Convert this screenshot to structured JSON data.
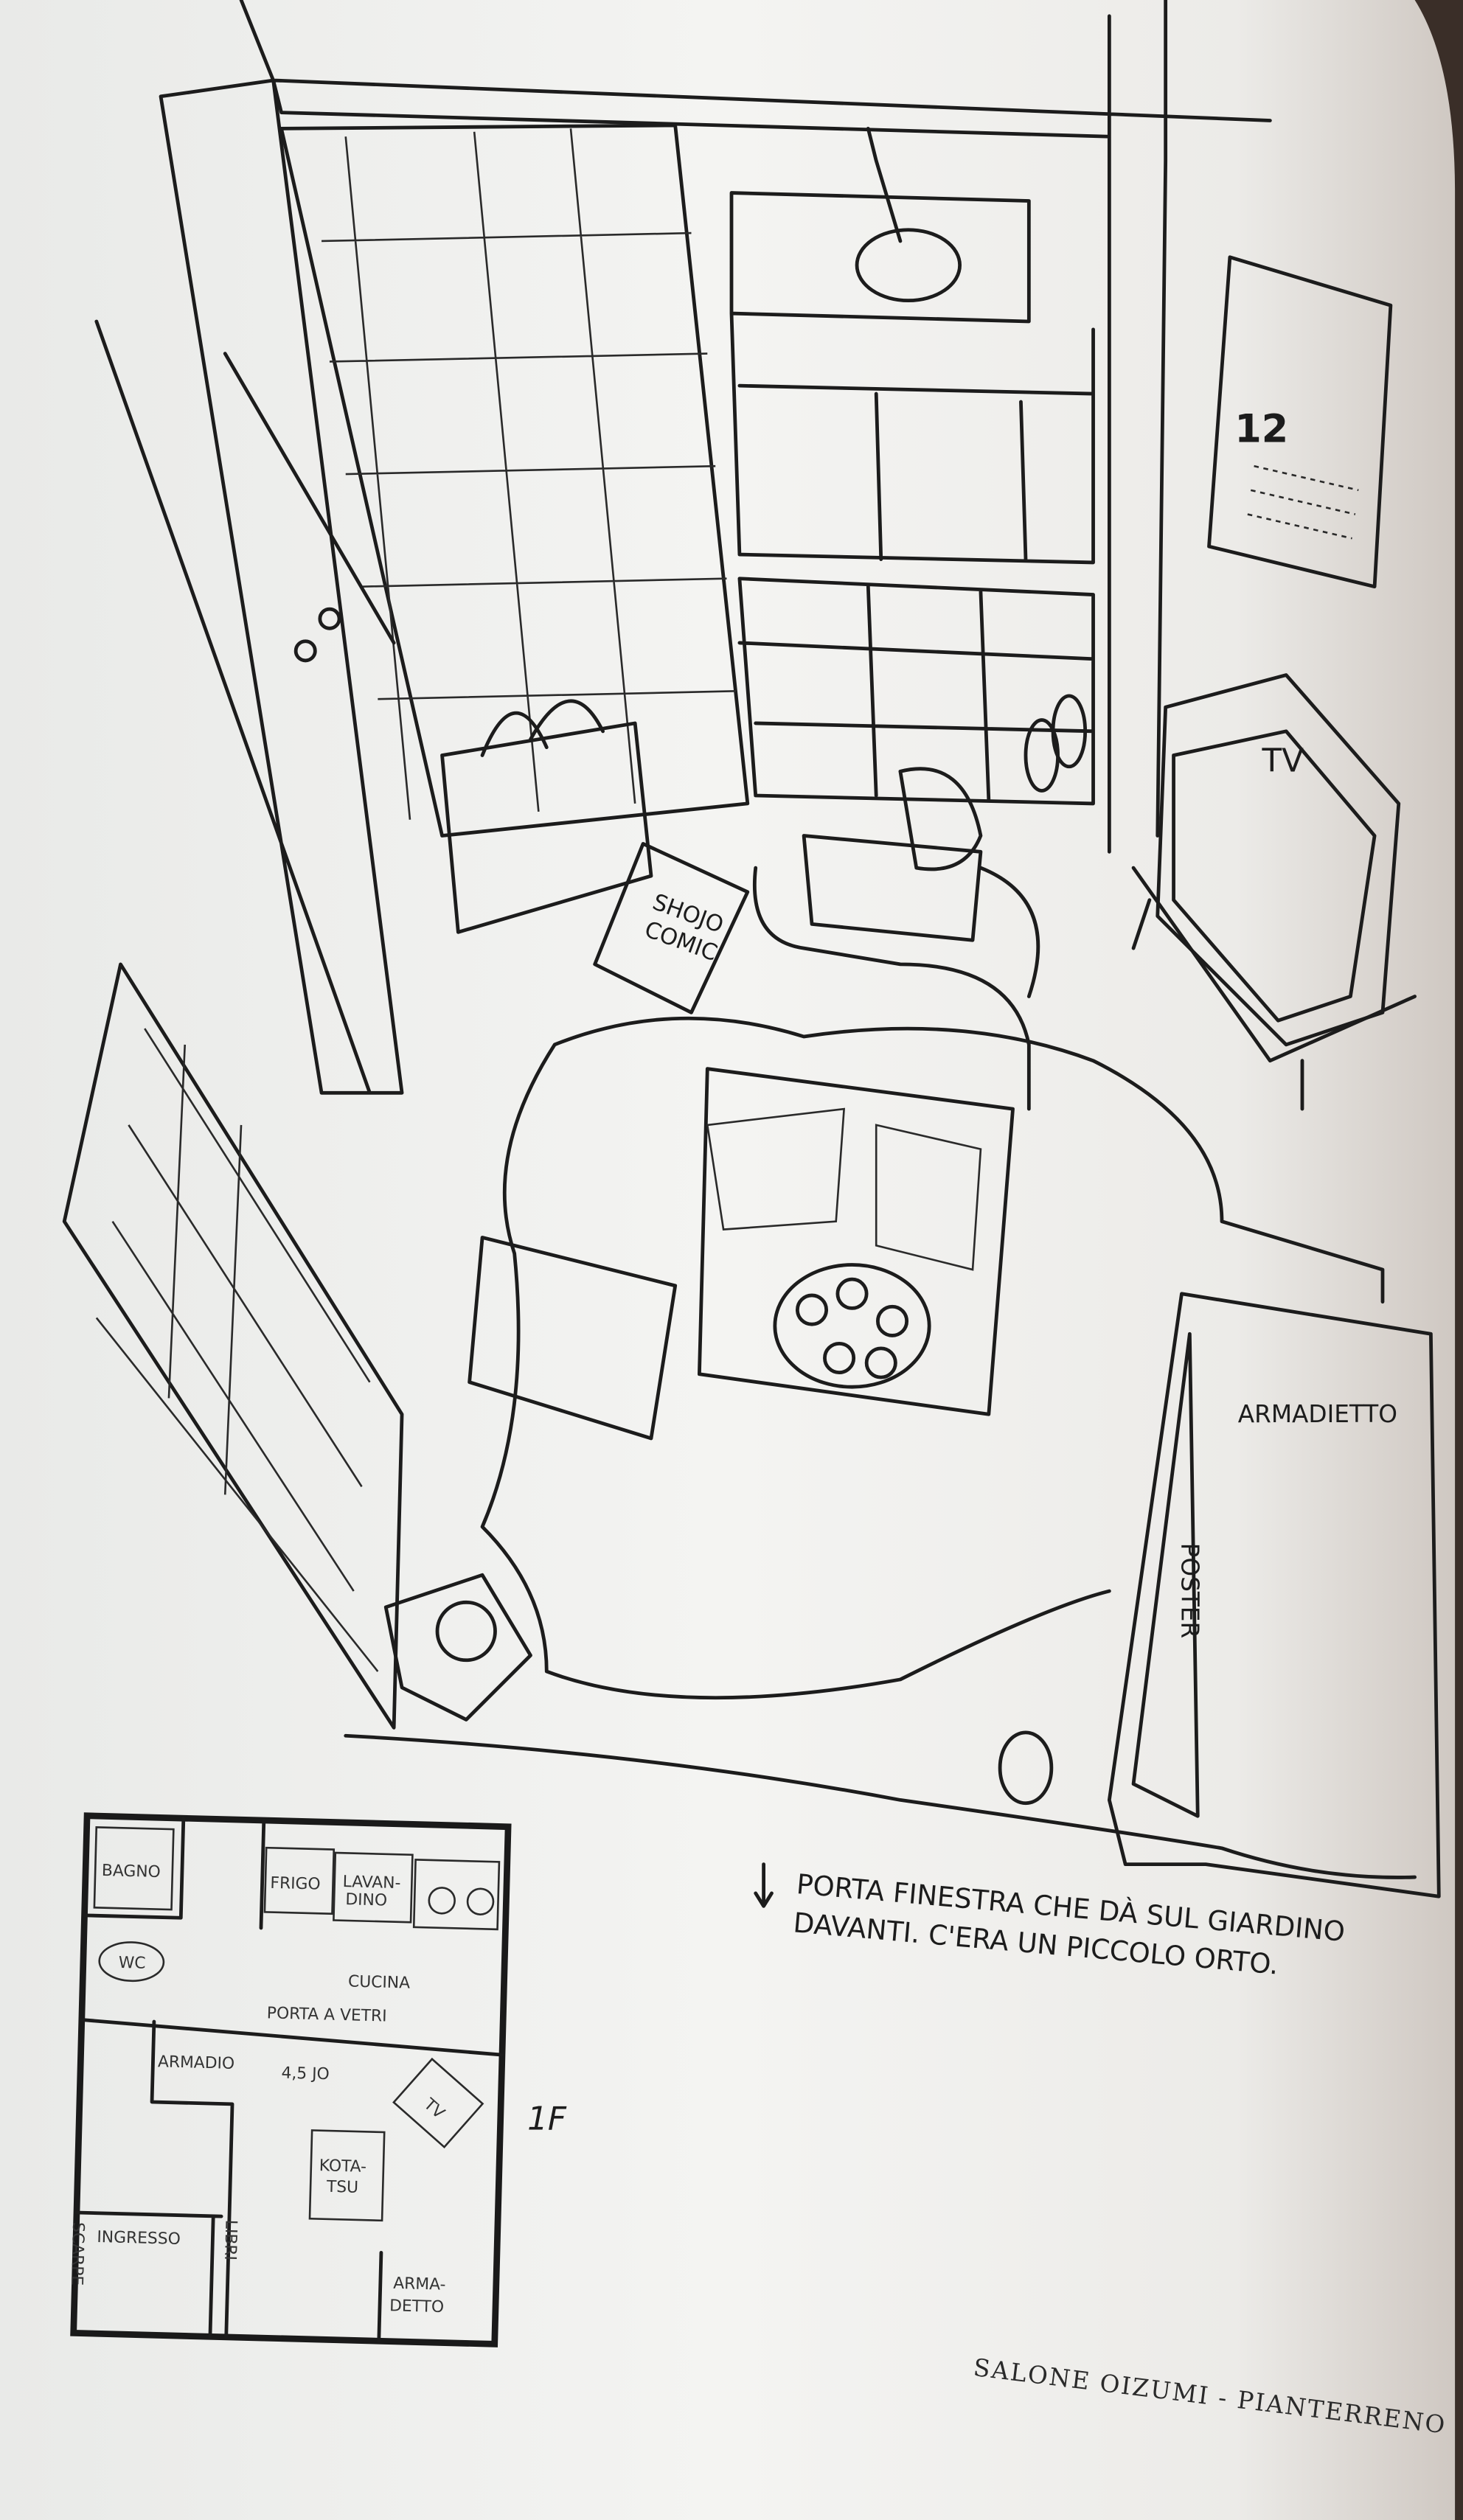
{
  "illustration": {
    "calendar_month": "12",
    "tv_label": "TV",
    "comic_label_line1": "SHOJO",
    "comic_label_line2": "COMIC",
    "wardrobe_label": "ARMADIETTO",
    "poster_label": "POSTER"
  },
  "caption": {
    "line1": "PORTA FINESTRA CHE DÀ SUL GIARDINO",
    "line2": "DAVANTI. C'ERA UN PICCOLO ORTO."
  },
  "floor_plan": {
    "floor_label": "1F",
    "rooms": {
      "bagno": "BAGNO",
      "frigo": "FRIGO",
      "lavandino_1": "LAVAN-",
      "lavandino_2": "DINO",
      "wc": "WC",
      "cucina": "CUCINA",
      "porta_a_vetri": "PORTA A VETRI",
      "armadio": "ARMADIO",
      "size": "4,5 JO",
      "tv": "TV",
      "kotatsu_1": "KOTA-",
      "kotatsu_2": "TSU",
      "scarpe": "SCARPE",
      "ingresso": "INGRESSO",
      "libri": "LIBRI",
      "armadetto_1": "ARMA-",
      "armadetto_2": "DETTO"
    }
  },
  "footer": {
    "running_title": "SALONE OIZUMI - PIANTERRENO"
  },
  "colors": {
    "paper": "#f2f2f0",
    "ink": "#1c1c1c",
    "edge_left": "#2a8f8c",
    "edge_right": "#3a2e28"
  }
}
